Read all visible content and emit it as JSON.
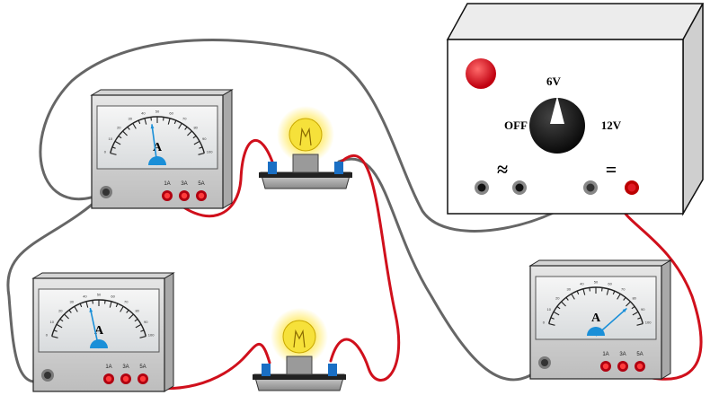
{
  "power_supply": {
    "labels": {
      "off": "OFF",
      "v6": "6V",
      "v12": "12V"
    },
    "ac_symbol": "≈",
    "dc_symbol": "="
  },
  "meters": [
    {
      "id": "top-left",
      "unit": "A",
      "ranges": [
        "1A",
        "3A",
        "5A"
      ],
      "ticks": [
        "0",
        "10",
        "20",
        "30",
        "40",
        "50",
        "60",
        "70",
        "80",
        "90",
        "100"
      ],
      "reading_fraction": 0.45
    },
    {
      "id": "bottom-left",
      "unit": "A",
      "ranges": [
        "1A",
        "3A",
        "5A"
      ],
      "ticks": [
        "0",
        "10",
        "20",
        "30",
        "40",
        "50",
        "60",
        "70",
        "80",
        "90",
        "100"
      ],
      "reading_fraction": 0.42
    },
    {
      "id": "bottom-right",
      "unit": "A",
      "ranges": [
        "1A",
        "3A",
        "5A"
      ],
      "ticks": [
        "0",
        "10",
        "20",
        "30",
        "40",
        "50",
        "60",
        "70",
        "80",
        "90",
        "100"
      ],
      "reading_fraction": 0.82
    }
  ],
  "colors": {
    "red_wire": "#d0101c",
    "gray_wire": "#666666",
    "needle": "#1a8fd8",
    "pilot_lamp": "#e0101a",
    "bulb_glow": "#fff07a"
  }
}
